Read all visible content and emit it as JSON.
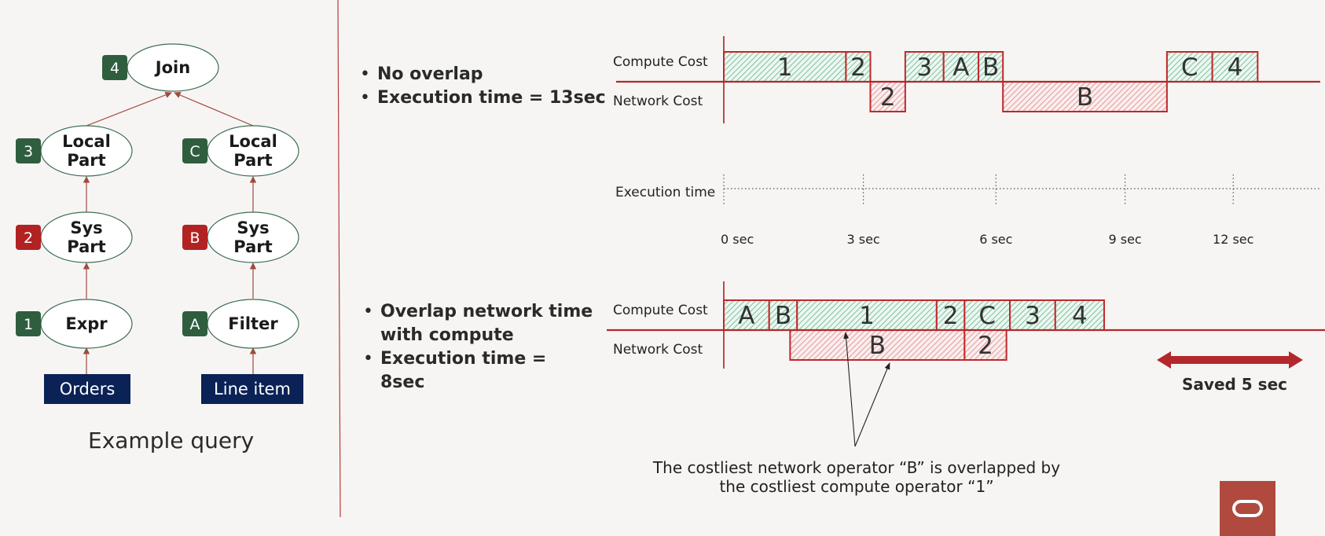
{
  "query_tree": {
    "nodes": [
      {
        "id": "join",
        "label": "Join",
        "badge": "4",
        "badge_kind": "compute"
      },
      {
        "id": "local_part_left",
        "label": "Local Part",
        "badge": "3",
        "badge_kind": "compute"
      },
      {
        "id": "local_part_right",
        "label": "Local Part",
        "badge": "C",
        "badge_kind": "compute"
      },
      {
        "id": "sys_part_left",
        "label": "Sys Part",
        "badge": "2",
        "badge_kind": "network"
      },
      {
        "id": "sys_part_right",
        "label": "Sys Part",
        "badge": "B",
        "badge_kind": "network"
      },
      {
        "id": "expr",
        "label": "Expr",
        "badge": "1",
        "badge_kind": "compute"
      },
      {
        "id": "filter",
        "label": "Filter",
        "badge": "A",
        "badge_kind": "compute"
      }
    ],
    "tables": [
      "Orders",
      "Line item"
    ],
    "caption": "Example query"
  },
  "scenario_no_overlap": {
    "bullets": [
      "No overlap",
      "Execution time = 13sec"
    ],
    "compute_row_label": "Compute Cost",
    "network_row_label": "Network Cost",
    "compute_blocks": [
      {
        "label": "1",
        "start": 0,
        "end": 3.5
      },
      {
        "label": "2",
        "start": 3.5,
        "end": 4.2
      },
      {
        "label": "3",
        "start": 5.2,
        "end": 6.3
      },
      {
        "label": "A",
        "start": 6.3,
        "end": 7.3
      },
      {
        "label": "B",
        "start": 7.3,
        "end": 8.0
      },
      {
        "label": "C",
        "start": 12.7,
        "end": 14.0
      },
      {
        "label": "4",
        "start": 14.0,
        "end": 15.3
      }
    ],
    "network_blocks": [
      {
        "label": "2",
        "start": 4.2,
        "end": 5.2
      },
      {
        "label": "B",
        "start": 8.0,
        "end": 12.7
      }
    ]
  },
  "execution_time_axis": {
    "label": "Execution time",
    "ticks": [
      {
        "label": "0 sec",
        "t": 0
      },
      {
        "label": "3 sec",
        "t": 4
      },
      {
        "label": "6 sec",
        "t": 7.8
      },
      {
        "label": "9 sec",
        "t": 11.5
      },
      {
        "label": "12 sec",
        "t": 14.6
      }
    ]
  },
  "scenario_overlap": {
    "bullets": [
      "Overlap network time with compute",
      "Execution time = 8sec"
    ],
    "compute_row_label": "Compute Cost",
    "network_row_label": "Network Cost",
    "compute_blocks": [
      {
        "label": "A",
        "start": 0,
        "end": 1.3
      },
      {
        "label": "B",
        "start": 1.3,
        "end": 2.1
      },
      {
        "label": "1",
        "start": 2.1,
        "end": 6.1
      },
      {
        "label": "2",
        "start": 6.1,
        "end": 6.9
      },
      {
        "label": "C",
        "start": 6.9,
        "end": 8.2
      },
      {
        "label": "3",
        "start": 8.2,
        "end": 9.5
      },
      {
        "label": "4",
        "start": 9.5,
        "end": 10.9
      }
    ],
    "network_blocks": [
      {
        "label": "B",
        "start": 1.9,
        "end": 6.9
      },
      {
        "label": "2",
        "start": 6.9,
        "end": 8.1
      }
    ],
    "saved_label": "Saved 5 sec",
    "annotation": [
      "The costliest network operator “B” is overlapped by",
      "the costliest compute operator “1”"
    ]
  },
  "colors": {
    "compute_badge": "#2e5e3e",
    "network_badge": "#b22222",
    "table_fill": "#0b2256",
    "block_border": "#c0282a",
    "compute_hatch": "#83c5a4",
    "network_hatch": "#e2a0a0",
    "arrow": "#c0282a",
    "tree_edge": "#a04a3e",
    "logo": "#b04a3e"
  }
}
